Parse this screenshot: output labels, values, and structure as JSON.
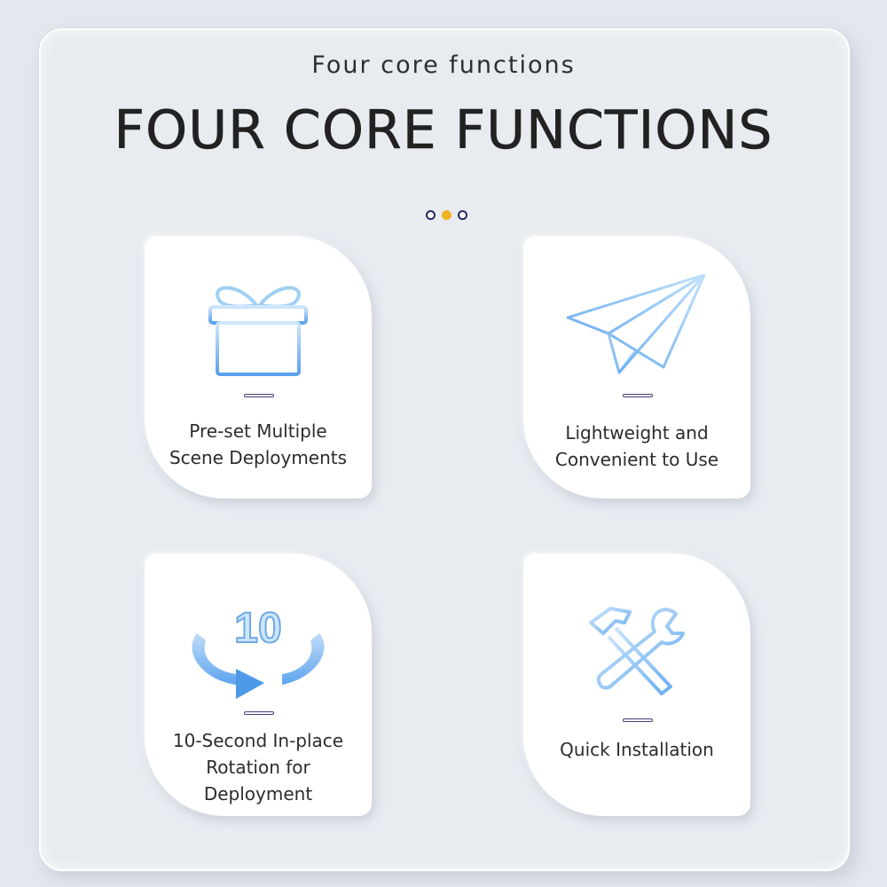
{
  "header": {
    "subtitle": "Four core functions",
    "title": "FOUR CORE FUNCTIONS"
  },
  "colors": {
    "accent_dot": "#f0b323",
    "dot_outline": "#242a5c",
    "icon_blue": "#7fb7f0",
    "background": "#e3e7ee"
  },
  "features": [
    {
      "icon": "gift-box-icon",
      "line1": "Pre-set Multiple",
      "line2": "Scene Deployments"
    },
    {
      "icon": "paper-plane-icon",
      "line1": "Lightweight and",
      "line2": "Convenient to Use"
    },
    {
      "icon": "rotation-icon",
      "icon_text": "10",
      "line1": "10-Second In-place",
      "line2": "Rotation for",
      "line3": "Deployment"
    },
    {
      "icon": "tools-icon",
      "line1": "Quick Installation"
    }
  ]
}
